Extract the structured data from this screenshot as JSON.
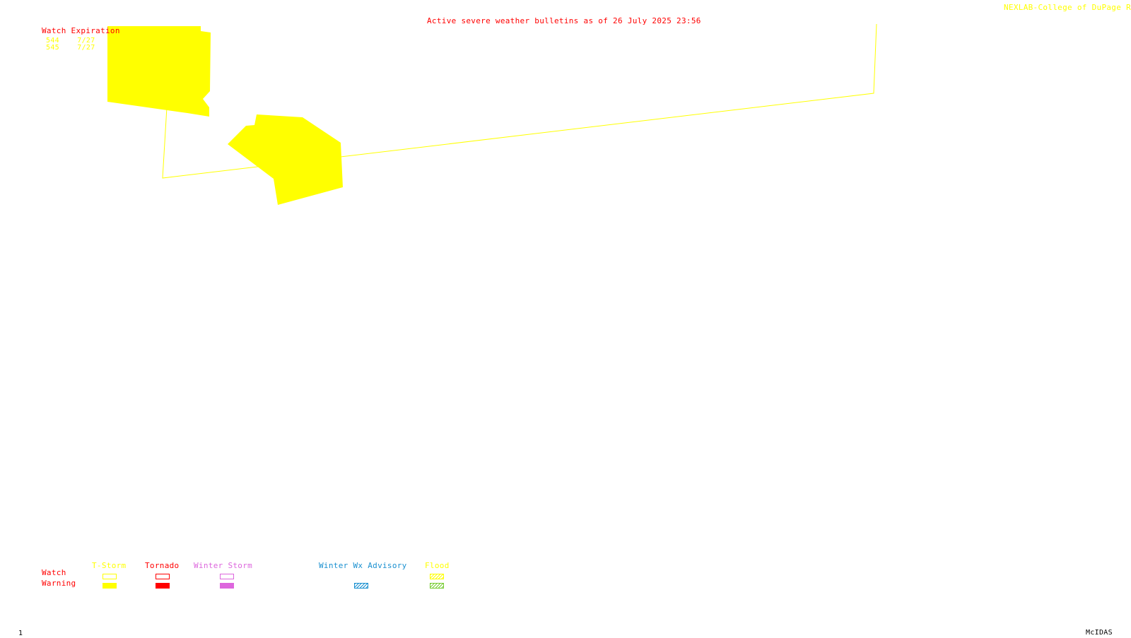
{
  "header": {
    "title": "Active severe weather bulletins as of 26 July 2025 23:56",
    "credit": "NEXLAB-College of DuPage R"
  },
  "watch_table": {
    "heading": "Watch Expiration",
    "rows": [
      {
        "id": "544",
        "date": "7/27"
      },
      {
        "id": "545",
        "date": "7/27"
      }
    ]
  },
  "legend": {
    "row_labels": {
      "watch": "Watch",
      "warning": "Warning"
    },
    "categories": [
      {
        "key": "tstorm",
        "label": "T-Storm",
        "color": "#ffff00"
      },
      {
        "key": "tornado",
        "label": "Tornado",
        "color": "#ff0000"
      },
      {
        "key": "winter_storm",
        "label": "Winter Storm",
        "color": "#dd66dd"
      },
      {
        "key": "winter_wx_advisory",
        "label": "Winter Wx Advisory",
        "color": "#1a90d0"
      },
      {
        "key": "flood",
        "label": "Flood",
        "color": "#ffff00",
        "warning_color": "#77cc33"
      }
    ]
  },
  "footer": {
    "frame": "1",
    "software": "McIDAS"
  },
  "colors": {
    "title": "#ff0000",
    "credit": "#ffff00",
    "watch_outline": "#ffff00",
    "warning_fill": "#ffff00"
  }
}
